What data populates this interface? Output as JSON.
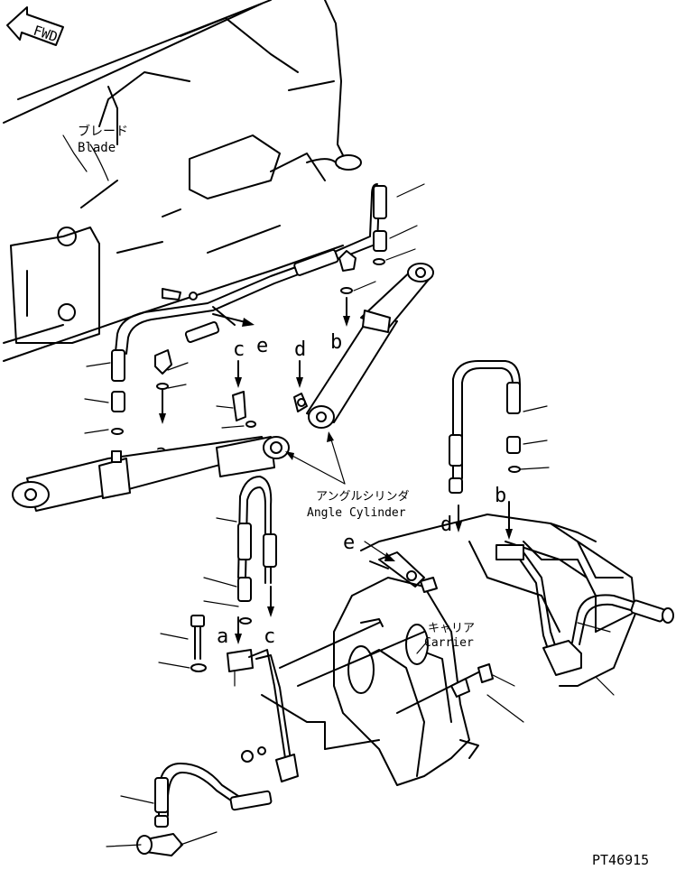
{
  "fwd_label": "FWD",
  "labels": {
    "blade_jp": "ブレード",
    "blade_en": "Blade",
    "angle_cyl_jp": "アングルシリンダ",
    "angle_cyl_en": "Angle Cylinder",
    "carrier_jp": "キャリア",
    "carrier_en": "Carrier"
  },
  "callouts": {
    "a1": "a",
    "b1": "b",
    "c1": "c",
    "d1": "d",
    "e1": "e",
    "a2": "a",
    "b2": "b",
    "c2": "c",
    "d2": "d",
    "e2": "e"
  },
  "part_number": "PT46915"
}
